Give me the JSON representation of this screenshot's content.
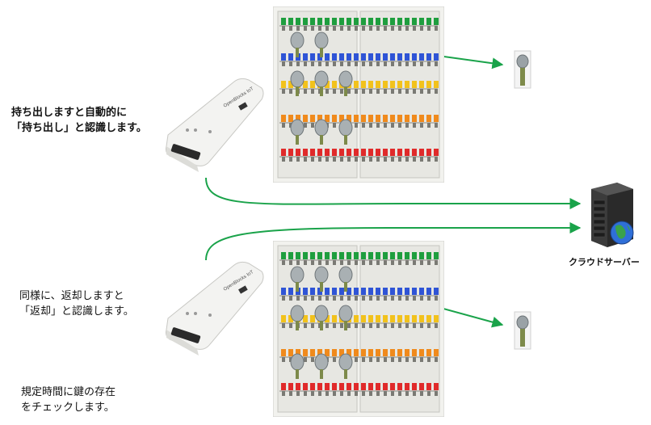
{
  "captions": {
    "checkout_line1": "持ち出しますと自動的に",
    "checkout_line2": "「持ち出し」と認識します。",
    "return_line1": "同様に、返却しますと",
    "return_line2": "「返却」と認識します。",
    "check_line1": "規定時間に鍵の存在",
    "check_line2": "をチェックします。"
  },
  "server": {
    "label": "クラウドサーバー"
  },
  "device": {
    "brand": "OpenBlocks IoT"
  },
  "colors": {
    "connector": "#1aa34a",
    "cabinet": "#e7e7e2",
    "tag_rows": [
      "#1e9e3e",
      "#2f54d6",
      "#f2c21c",
      "#f08a1c",
      "#e02a2a"
    ]
  }
}
